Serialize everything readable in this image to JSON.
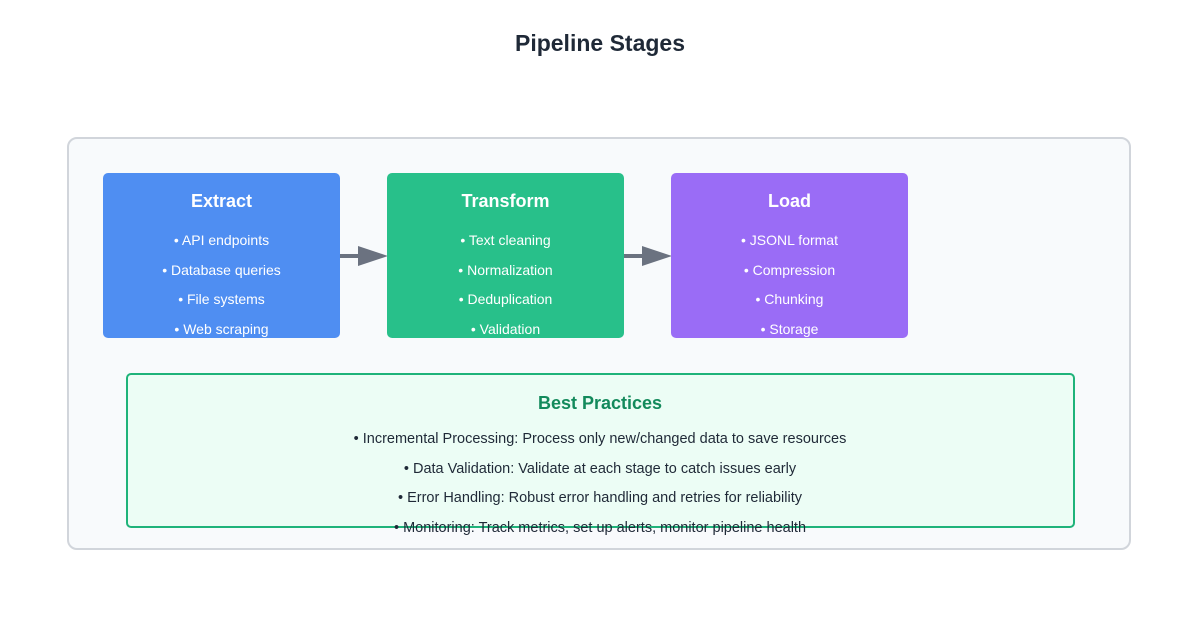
{
  "title": "Pipeline Stages",
  "stages": [
    {
      "name": "Extract",
      "color": "#4f8ef2",
      "items": [
        "• API endpoints",
        "• Database queries",
        "• File systems",
        "• Web scraping"
      ]
    },
    {
      "name": "Transform",
      "color": "#28c08a",
      "items": [
        "• Text cleaning",
        "• Normalization",
        "• Deduplication",
        "• Validation"
      ]
    },
    {
      "name": "Load",
      "color": "#9a6cf6",
      "items": [
        "• JSONL format",
        "• Compression",
        "• Chunking",
        "• Storage"
      ]
    }
  ],
  "best_practices": {
    "title": "Best Practices",
    "items": [
      "• Incremental Processing: Process only new/changed data to save resources",
      "• Data Validation: Validate at each stage to catch issues early",
      "• Error Handling: Robust error handling and retries for reliability",
      "• Monitoring: Track metrics, set up alerts, monitor pipeline health"
    ]
  },
  "colors": {
    "arrow": "#6b7280",
    "best_practices_border": "#1fb37a",
    "best_practices_title": "#138a5c"
  }
}
